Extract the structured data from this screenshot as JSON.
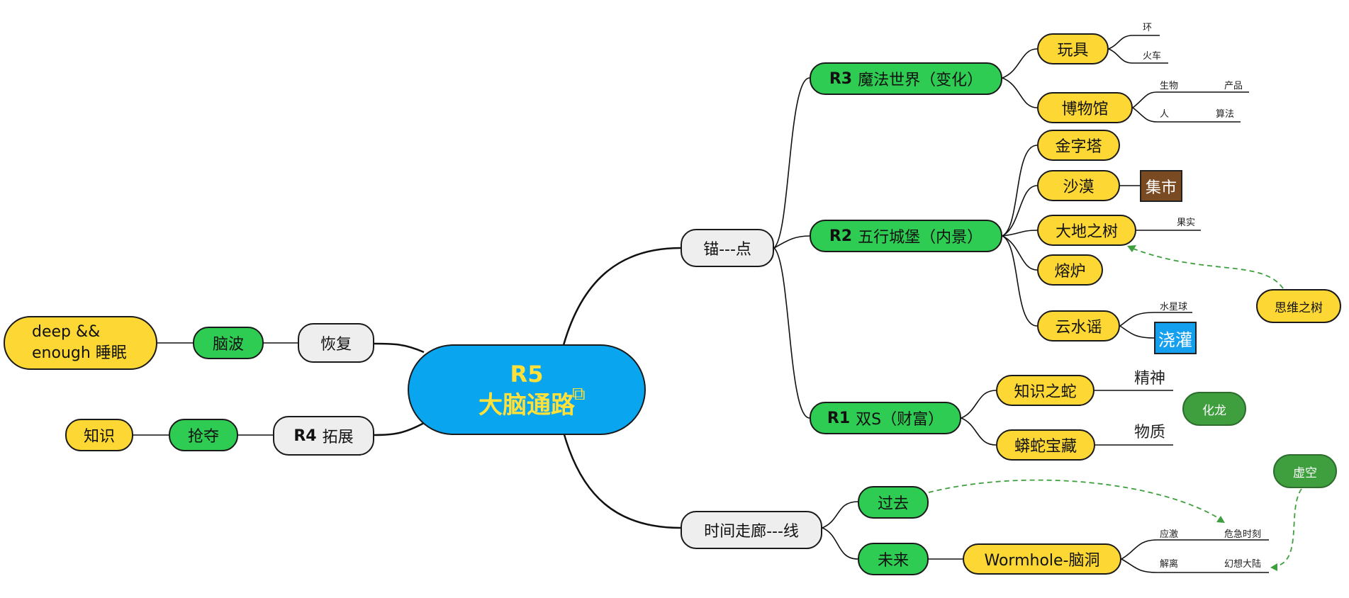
{
  "root": {
    "line1": "R5",
    "line2": "大脑通路",
    "icon": "link-icon"
  },
  "left": {
    "recover": {
      "label": "恢复",
      "child": "脑波",
      "leaf": "deep &&\nenough 睡眠",
      "leaf_line1": "deep &&",
      "leaf_line2": "enough 睡眠"
    },
    "expand": {
      "prefix": "R4",
      "label": "拓展",
      "child": "抢夺",
      "leaf": "知识"
    }
  },
  "anchor": {
    "label": "锚---点",
    "r3": {
      "prefix": "R3",
      "label": "魔法世界（变化）",
      "toy": {
        "label": "玩具",
        "tags": [
          "环",
          "火车"
        ]
      },
      "museum": {
        "label": "博物馆",
        "tags": [
          "生物",
          "产品",
          "人",
          "算法"
        ]
      }
    },
    "r2": {
      "prefix": "R2",
      "label": "五行城堡（内景）",
      "items": [
        "金字塔",
        "沙漠",
        "大地之树",
        "熔炉",
        "云水谣"
      ],
      "market": "集市",
      "fruit": "果实",
      "mercury": "水星球",
      "irrigate": "浇灌",
      "mindtree": "思维之树"
    },
    "r1": {
      "prefix": "R1",
      "label": "双S（财富）",
      "snake": "知识之蛇",
      "snake_tag": "精神",
      "treasure": "蟒蛇宝藏",
      "treasure_tag": "物质",
      "dragon": "化龙"
    }
  },
  "corridor": {
    "label": "时间走廊---线",
    "past": "过去",
    "future": "未来",
    "wormhole": "Wormhole-脑洞",
    "tags": [
      "应激",
      "危急时刻",
      "解离",
      "幻想大陆"
    ],
    "void": "虚空"
  },
  "colors": {
    "root": "#0aa5ef",
    "yellow": "#fdd835",
    "green": "#2ecc52",
    "grey": "#eeeeee",
    "dark_green": "#3f9f3f",
    "market": "#7a4a22",
    "irrigate": "#14a0ef",
    "dashed": "#3f9f3f"
  }
}
